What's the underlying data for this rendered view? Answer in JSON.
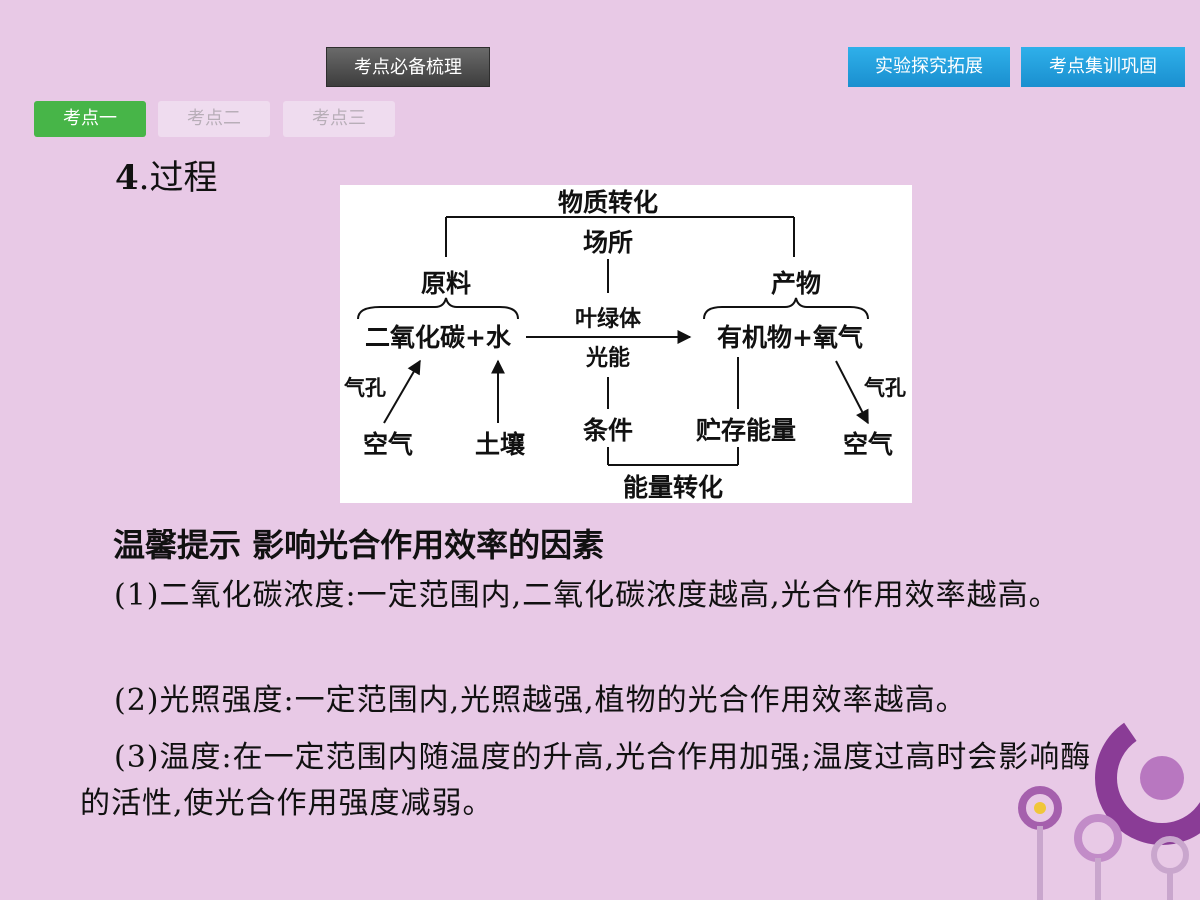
{
  "header": {
    "review_label": "考点必备梳理",
    "experiment_label": "实验探究拓展",
    "consolidate_label": "考点集训巩固"
  },
  "tabs": [
    {
      "label": "考点一",
      "active": true
    },
    {
      "label": "考点二",
      "active": false
    },
    {
      "label": "考点三",
      "active": false
    }
  ],
  "section": {
    "number": "4",
    "title": ".过程"
  },
  "diagram": {
    "material_transform": "物质转化",
    "site": "场所",
    "raw": "原料",
    "product": "产物",
    "reactants": "二氧化碳+水",
    "chloroplast": "叶绿体",
    "light_energy": "光能",
    "products": "有机物+氧气",
    "stoma_left": "气孔",
    "stoma_right": "气孔",
    "air_left": "空气",
    "soil": "土壤",
    "condition": "条件",
    "stored_energy": "贮存能量",
    "air_right": "空气",
    "energy_transform": "能量转化"
  },
  "tip": {
    "heading": "温馨提示  影响光合作用效率的因素",
    "p1": "(1)二氧化碳浓度:一定范围内,二氧化碳浓度越高,光合作用效率越高。",
    "p2": "(2)光照强度:一定范围内,光照越强,植物的光合作用效率越高。",
    "p3": "(3)温度:在一定范围内随温度的升高,光合作用加强;温度过高时会影响酶的活性,使光合作用强度减弱。"
  },
  "colors": {
    "background": "#e8c9e6",
    "active_tab": "#47b548",
    "nav_blue": "#1a8fcf",
    "nav_dark": "#3d3d3d"
  }
}
